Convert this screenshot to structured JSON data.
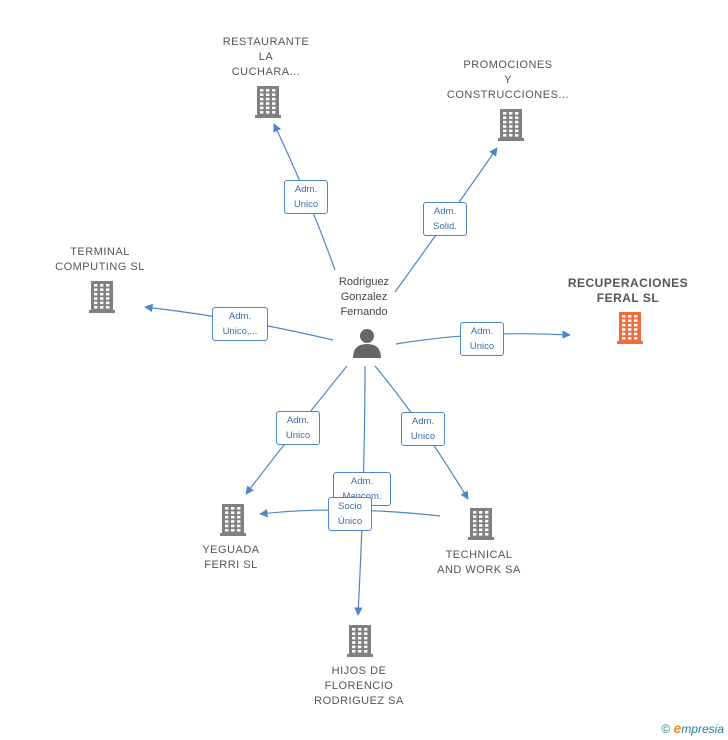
{
  "colors": {
    "edge": "#4a86c8",
    "building": "#808080",
    "building_highlight": "#f26b3a"
  },
  "center": {
    "name": "Rodriguez\nGonzalez\nFernando",
    "icon": "person-icon"
  },
  "nodes": [
    {
      "id": "restaurante",
      "label": "RESTAURANTE\nLA\nCUCHARA...",
      "icon": "building-icon",
      "highlight": false
    },
    {
      "id": "promociones",
      "label": "PROMOCIONES\nY\nCONSTRUCCIONES...",
      "icon": "building-icon",
      "highlight": false
    },
    {
      "id": "terminal",
      "label": "TERMINAL\nCOMPUTING SL",
      "icon": "building-icon",
      "highlight": false
    },
    {
      "id": "recuperaciones",
      "label": "RECUPERACIONES\nFERAL  SL",
      "icon": "building-icon",
      "highlight": true
    },
    {
      "id": "yeguada",
      "label": "YEGUADA\nFERRI SL",
      "icon": "building-icon",
      "highlight": false
    },
    {
      "id": "technical",
      "label": "TECHNICAL\nAND WORK SA",
      "icon": "building-icon",
      "highlight": false
    },
    {
      "id": "hijos",
      "label": "HIJOS DE\nFLORENCIO\nRODRIGUEZ SA",
      "icon": "building-icon",
      "highlight": false
    }
  ],
  "edges": [
    {
      "to": "restaurante",
      "label": "Adm.\nUnico"
    },
    {
      "to": "promociones",
      "label": "Adm.\nSolid."
    },
    {
      "to": "terminal",
      "label": "Adm.\nUnico,..."
    },
    {
      "to": "recuperaciones",
      "label": "Adm.\nUnico"
    },
    {
      "to": "yeguada",
      "label": "Adm.\nUnico"
    },
    {
      "to": "technical",
      "label": "Adm.\nUnico"
    },
    {
      "to": "yeguada",
      "label": "Adm.\nMancom."
    },
    {
      "to": "hijos",
      "label": "Socio\nÚnico"
    }
  ],
  "footer": {
    "copyright": "©",
    "brand_initial": "e",
    "brand_rest": "mpresia"
  }
}
